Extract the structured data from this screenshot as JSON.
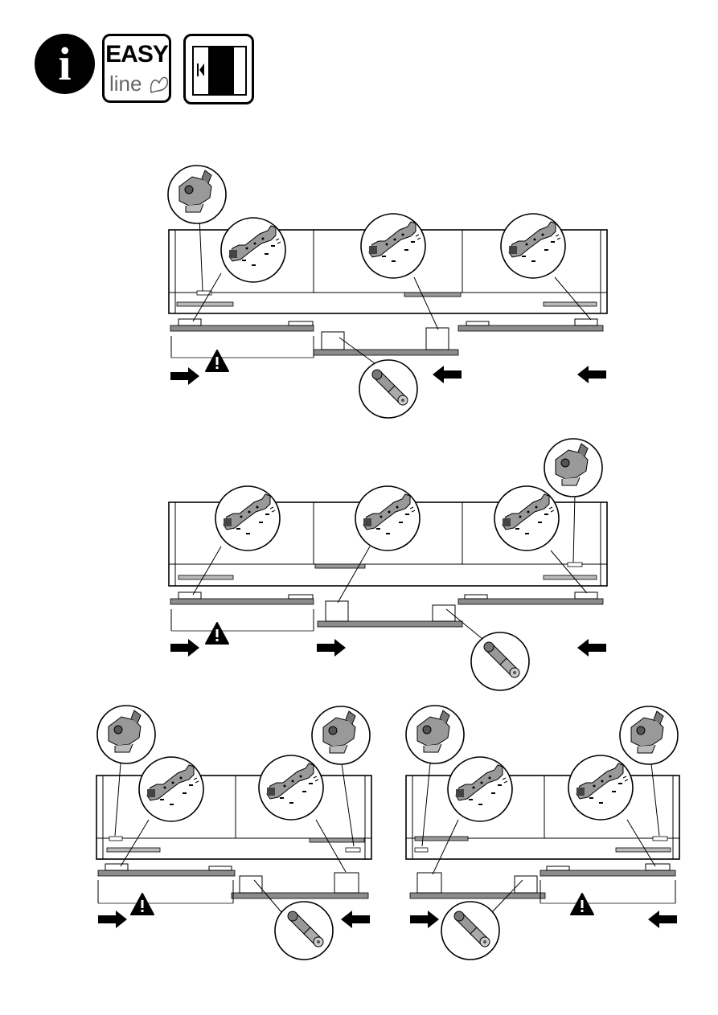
{
  "header": {
    "info_glyph": "i",
    "easy_label": "EASY",
    "line_label": "line"
  },
  "icons": {
    "info": "info-icon",
    "easy_line": "easy-line-butterfly-icon",
    "door": "sliding-door-icon",
    "warning": "warning-triangle-icon",
    "arrow": "direction-arrow-icon"
  },
  "steps": [
    {
      "id": 1,
      "name": "step-1-three-door",
      "arrows": [
        "right",
        "left",
        "left"
      ]
    },
    {
      "id": 2,
      "name": "step-2-three-door",
      "arrows": [
        "right",
        "right",
        "left"
      ]
    },
    {
      "id": 3,
      "name": "step-3-two-door-left",
      "arrows": [
        "right",
        "left"
      ]
    },
    {
      "id": 4,
      "name": "step-4-two-door-right",
      "arrows": [
        "right",
        "left"
      ]
    }
  ],
  "colors": {
    "ink": "#000000",
    "rail": "#8c8c8c",
    "part": "#7a7a7a",
    "paper": "#ffffff"
  }
}
